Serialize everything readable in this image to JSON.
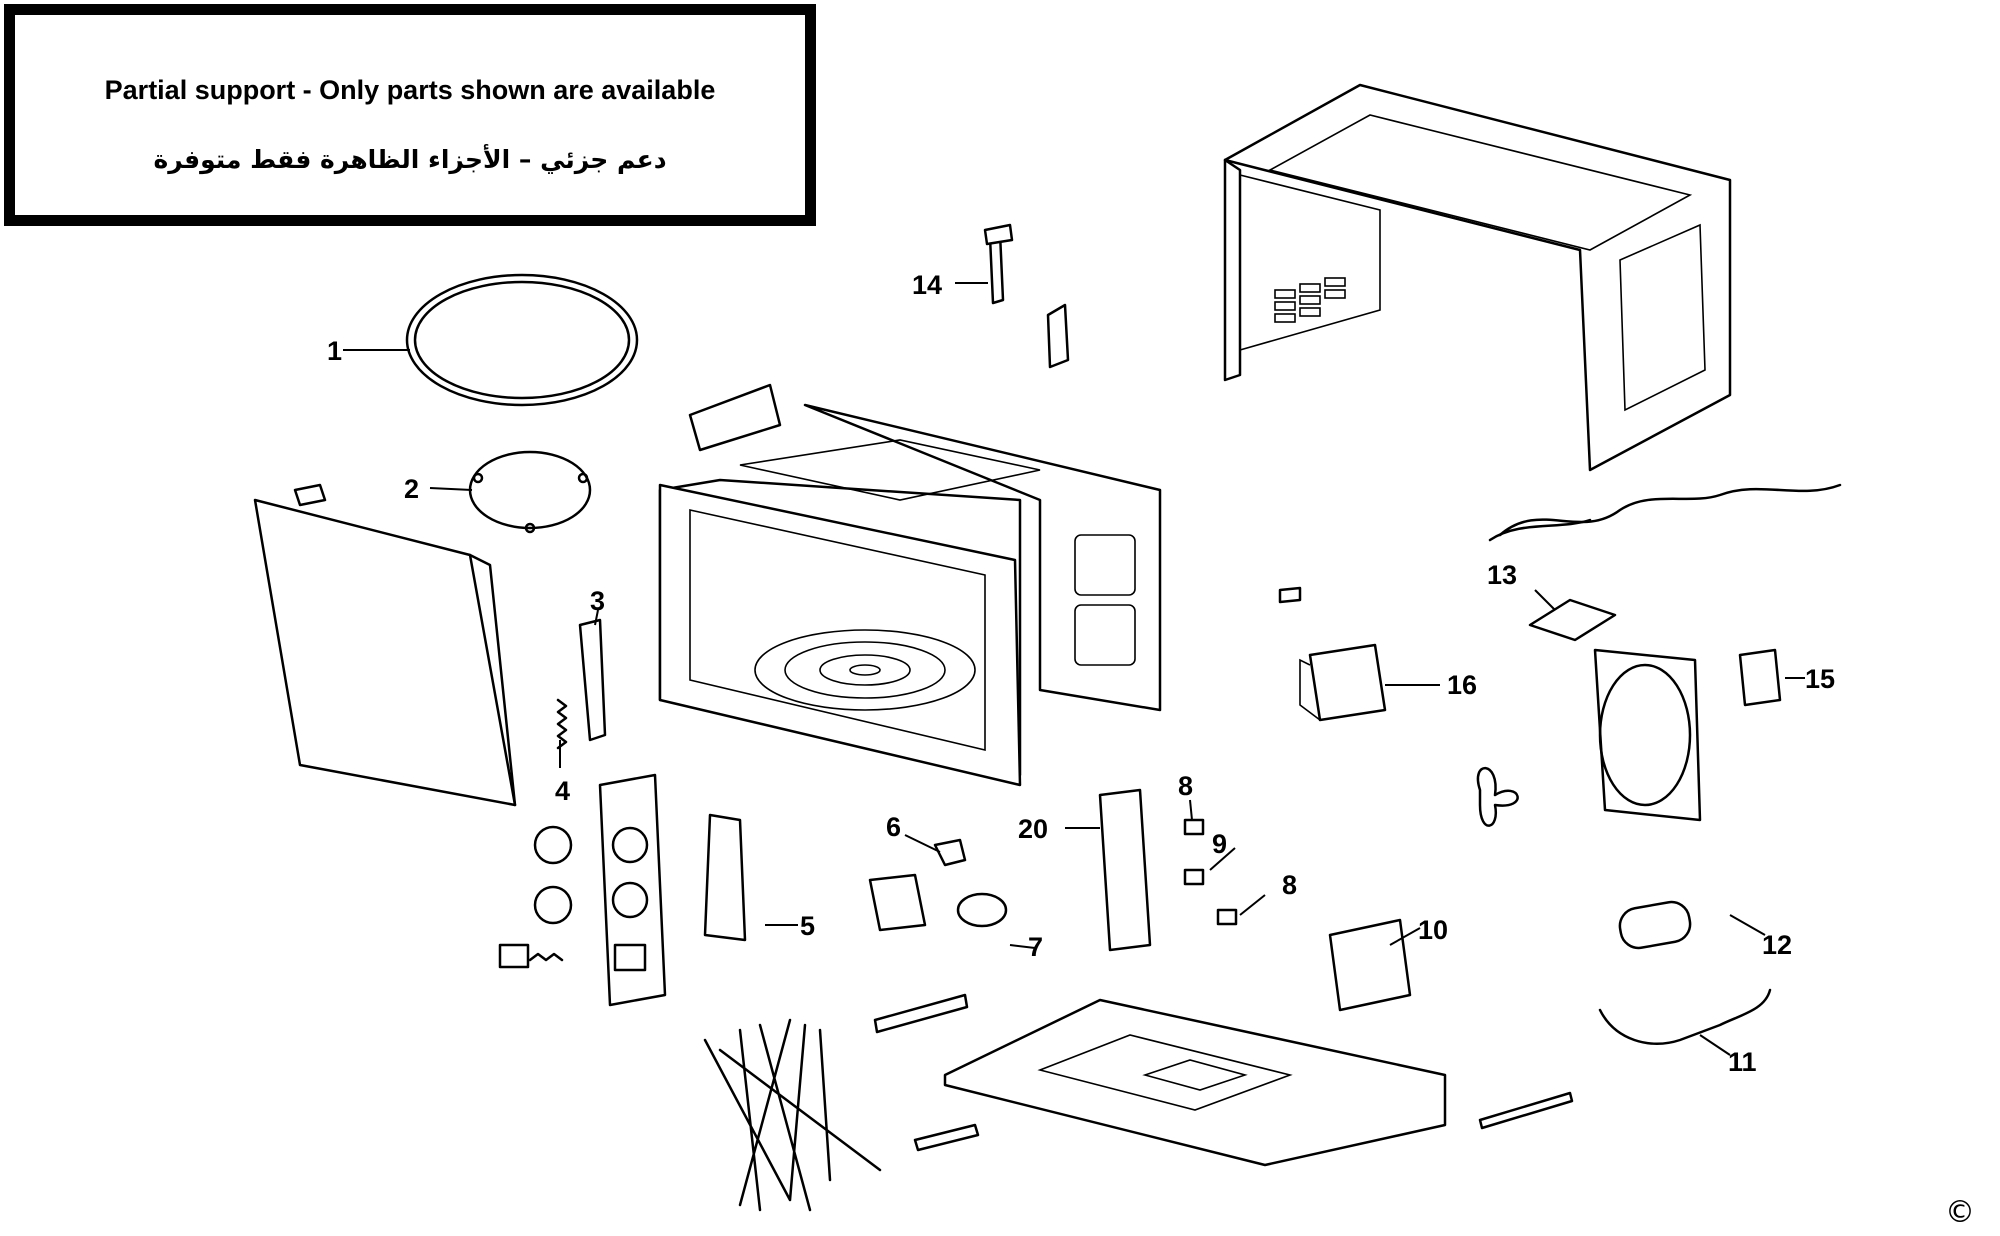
{
  "notice": {
    "english": "Partial support - Only parts shown are available",
    "arabic": "دعم جزئي – الأجزاء الظاهرة فقط متوفرة"
  },
  "copyright_symbol": "©",
  "callouts": [
    "1",
    "2",
    "3",
    "4",
    "5",
    "6",
    "7",
    "8",
    "9",
    "8",
    "10",
    "11",
    "12",
    "13",
    "14",
    "15",
    "16",
    "20"
  ]
}
